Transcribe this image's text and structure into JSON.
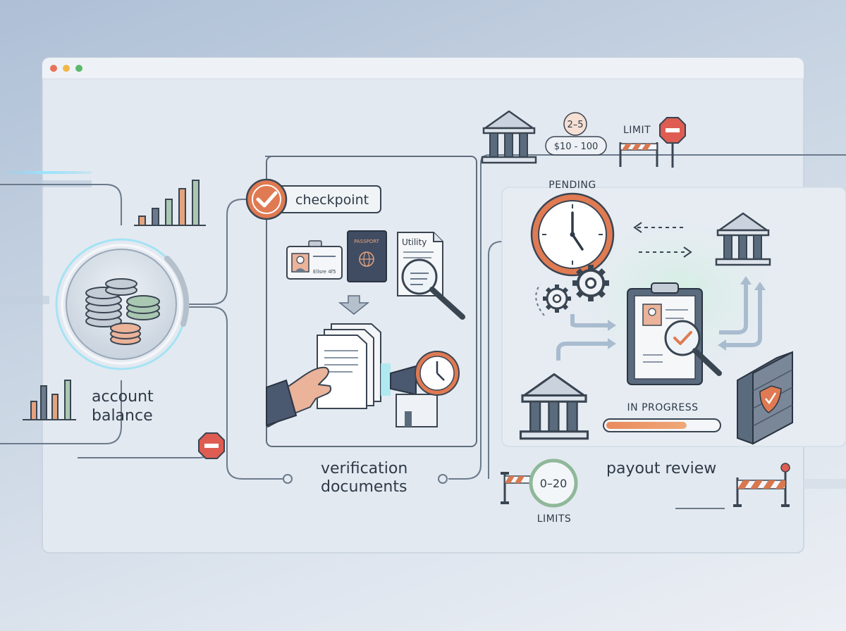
{
  "window": {
    "controls": [
      "close",
      "minimize",
      "maximize"
    ],
    "control_colors": [
      "#e8735a",
      "#f0b84a",
      "#5cb86a"
    ]
  },
  "nodes": {
    "account_balance": {
      "line1": "account",
      "line2": "balance"
    },
    "checkpoint": {
      "label": "checkpoint"
    },
    "verification": {
      "line1": "verification",
      "line2": "documents"
    },
    "payout_review": {
      "label": "payout review"
    }
  },
  "documents": {
    "passport_label": "PASSPORT",
    "utility_label": "Utility",
    "id_card_text": "Ellsre 4f5"
  },
  "status": {
    "pending": "PENDING",
    "in_progress": "IN PROGRESS",
    "in_progress_fraction": 0.72,
    "limit": "LIMIT",
    "limits": "LIMITS"
  },
  "badges": {
    "days": "2–5",
    "amount_range": "$10 - 100",
    "range_0_20": "0–20"
  },
  "colors": {
    "accent_orange": "#e07a52",
    "stop_red": "#d9534f",
    "ring_green": "#8fb89a",
    "line_gray": "#6b7a8c",
    "panel": "#e8edf3"
  },
  "icons": [
    "coin-stack-icon",
    "bar-chart-icon",
    "checkmark-badge-icon",
    "id-card-icon",
    "passport-icon",
    "utility-bill-icon",
    "magnifier-icon",
    "down-arrow-icon",
    "document-stack-icon",
    "hand-icon",
    "scanner-icon",
    "clock-icon",
    "bank-icon",
    "barrier-icon",
    "stop-sign-icon",
    "gear-icon",
    "clipboard-icon",
    "firewall-shield-icon"
  ]
}
